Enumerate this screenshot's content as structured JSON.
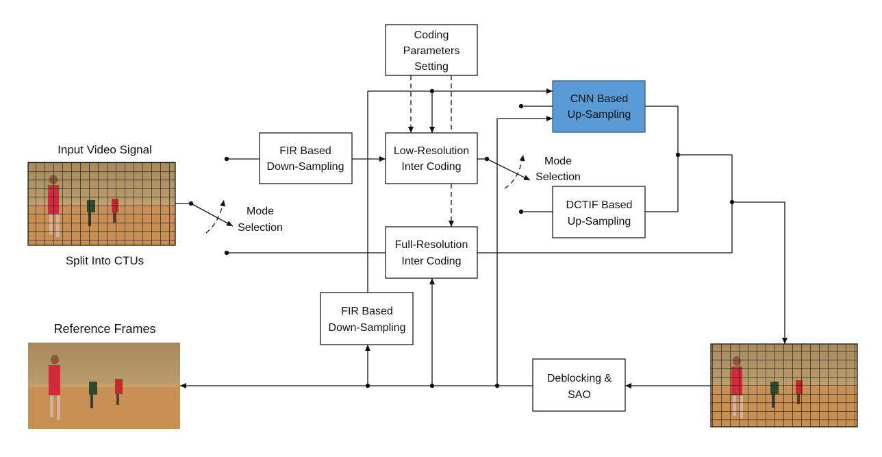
{
  "captions": {
    "input_video": "Input Video Signal",
    "split_ctus": "Split Into CTUs",
    "reference_frames": "Reference Frames",
    "mode_selection_1": [
      "Mode",
      "Selection"
    ],
    "mode_selection_2": [
      "Mode",
      "Selection"
    ]
  },
  "blocks": {
    "coding_params": [
      "Coding",
      "Parameters",
      "Setting"
    ],
    "fir_down_1": [
      "FIR Based",
      "Down-Sampling"
    ],
    "low_res": [
      "Low-Resolution",
      "Inter Coding"
    ],
    "full_res": [
      "Full-Resolution",
      "Inter Coding"
    ],
    "fir_down_2": [
      "FIR Based",
      "Down-Sampling"
    ],
    "cnn_up": [
      "CNN Based",
      "Up-Sampling"
    ],
    "dctif_up": [
      "DCTIF Based",
      "Up-Sampling"
    ],
    "deblocking": [
      "Deblocking &",
      "SAO"
    ]
  },
  "colors": {
    "cnn_fill": "#5b9bd5",
    "line": "#111111"
  }
}
